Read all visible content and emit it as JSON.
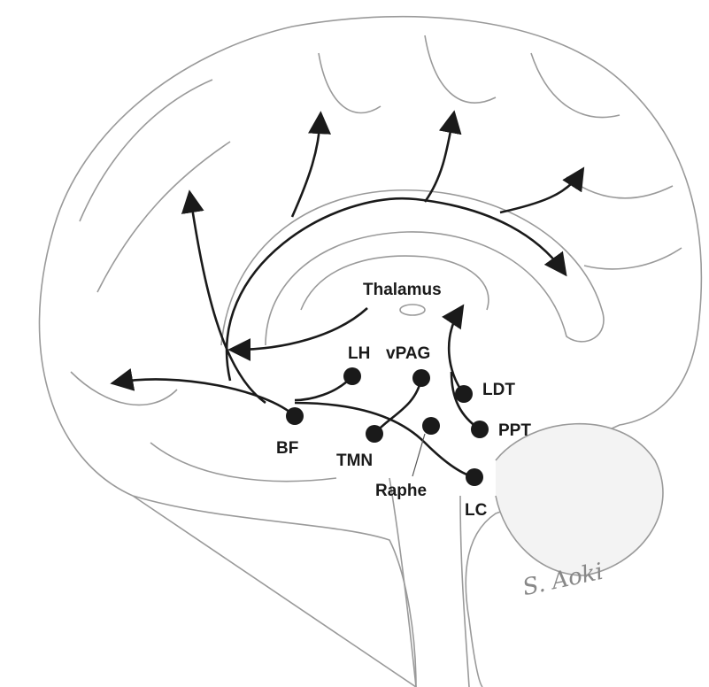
{
  "figure": {
    "title": "Arousal pathways, sagittal brain section",
    "labels": {
      "thalamus": "Thalamus",
      "lh": "LH",
      "vpag": "vPAG",
      "ldt": "LDT",
      "bf": "BF",
      "tmn": "TMN",
      "ppt": "PPT",
      "raphe": "Raphe",
      "lc": "LC"
    },
    "signature": "S. Aoki"
  }
}
